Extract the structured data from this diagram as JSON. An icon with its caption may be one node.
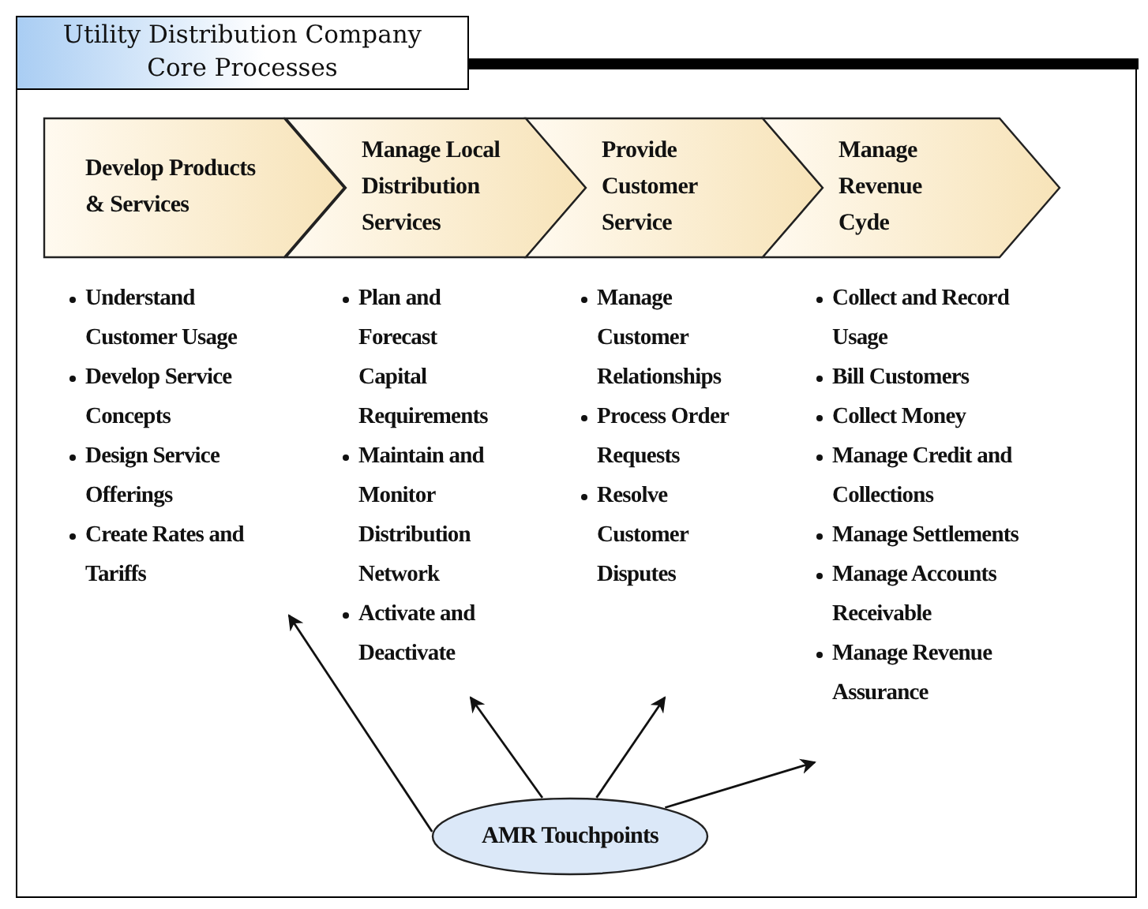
{
  "diagram": {
    "nodes": [
      {
        "text": [
          "Utility Distribution Company Core Processes"
        ]
      },
      {
        "text": [
          "Develop Products & Services"
        ],
        "in": 0
      },
      {
        "text": [
          "Manage Local Distribution Services"
        ],
        "in": 0
      },
      {
        "text": [
          "Provide Customer Service"
        ],
        "in": 0
      },
      {
        "text": [
          "Manage Revenue Cyde"
        ],
        "in": 0
      },
      {
        "text": [
          "Understand Customer Usage",
          "Develop Service Concepts",
          "Design Service Offerings",
          "Create Rates and Tariffs"
        ],
        "in": 0
      },
      {
        "text": [
          "Plan and Forecast Capital Requirements",
          "Maintain and Monitor Distribution Network",
          "Activate and Deactivate"
        ],
        "in": 0
      },
      {
        "text": [
          "Manage Customer Relationships",
          "Process Order Requests",
          "Resolve Customer Disputes"
        ],
        "in": 0
      },
      {
        "text": [
          "Collect and Record Usage",
          "Bill Customers",
          "Collect Money",
          "Manage Credit and Collections",
          "Manage Settlements",
          "Manage Accounts Receivable",
          "Manage Revenue Assurance"
        ],
        "in": 0
      },
      {
        "text": [
          "AMR Touchpoints"
        ],
        "in": 0
      }
    ],
    "edges": [
      {
        "from": 9,
        "to": 5,
        "arrow": "to"
      },
      {
        "from": 9,
        "to": 6,
        "arrow": "to"
      },
      {
        "from": 9,
        "to": 7,
        "arrow": "to"
      },
      {
        "from": 9,
        "to": 8,
        "arrow": "to"
      }
    ]
  }
}
